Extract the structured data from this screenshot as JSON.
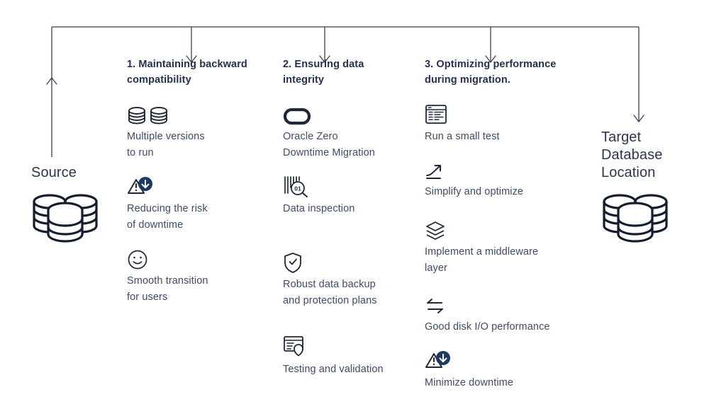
{
  "theme": {
    "background": "#ffffff",
    "heading_color": "#25304e",
    "body_color": "#3f4a63",
    "icon_color": "#1f2738",
    "accent_dark": "#1f3864",
    "connector_color": "#3a3f55"
  },
  "source": {
    "title": "Source",
    "icon": "database-stack-icon"
  },
  "target": {
    "title": "Target\nDatabase\nLocation",
    "icon": "database-stack-icon"
  },
  "columns": [
    {
      "id": "col-1",
      "heading": "1. Maintaining backward\ncompatibility",
      "items": [
        {
          "icon": "multiple-databases-icon",
          "label": "Multiple versions\nto run"
        },
        {
          "icon": "warning-download-icon",
          "label": "Reducing the risk\nof downtime"
        },
        {
          "icon": "smiley-face-icon",
          "label": "Smooth transition\nfor users"
        }
      ]
    },
    {
      "id": "col-2",
      "heading": "2. Ensuring data\nintegrity",
      "items": [
        {
          "icon": "capsule-pill-icon",
          "label": "Oracle Zero\nDowntime Migration"
        },
        {
          "icon": "barcode-magnifier-icon",
          "label": "Data inspection"
        },
        {
          "icon": "shield-check-icon",
          "label": "Robust data backup\nand protection plans"
        },
        {
          "icon": "document-inspect-icon",
          "label": "Testing and validation"
        }
      ]
    },
    {
      "id": "col-3",
      "heading": "3. Optimizing performance\nduring migration.",
      "items": [
        {
          "icon": "code-window-icon",
          "label": "Run a small test"
        },
        {
          "icon": "trending-up-arrow-icon",
          "label": "Simplify and optimize"
        },
        {
          "icon": "layers-stack-icon",
          "label": "Implement a middleware\nlayer"
        },
        {
          "icon": "bidirectional-arrows-icon",
          "label": "Good disk I/O performance"
        },
        {
          "icon": "warning-download-icon",
          "label": "Minimize downtime"
        }
      ]
    }
  ],
  "connectors": {
    "bus_label": "horizontal-distribution-bus",
    "arrows": [
      "arrow-up-to-source",
      "arrow-down-to-column-1",
      "arrow-down-to-column-2",
      "arrow-down-to-column-3",
      "arrow-down-to-target"
    ]
  }
}
